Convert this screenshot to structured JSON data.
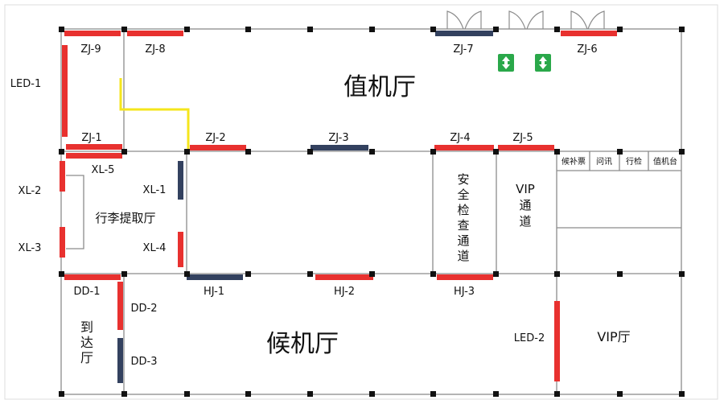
{
  "halls": {
    "departure_hall": "值机厅",
    "waiting_hall": "候机厅",
    "baggage_claim": "行李提取厅",
    "arrival_hall": "到达厅",
    "security_channel": "安全检查通道",
    "vip_channel": "VIP通道",
    "vip_hall": "VIP厅"
  },
  "counters": [
    "候补票",
    "问讯",
    "行检",
    "值机台"
  ],
  "gates": {
    "zj1": "ZJ-1",
    "zj2": "ZJ-2",
    "zj3": "ZJ-3",
    "zj4": "ZJ-4",
    "zj5": "ZJ-5",
    "zj6": "ZJ-6",
    "zj7": "ZJ-7",
    "zj8": "ZJ-8",
    "zj9": "ZJ-9",
    "led1": "LED-1",
    "led2": "LED-2",
    "xl1": "XL-1",
    "xl2": "XL-2",
    "xl3": "XL-3",
    "xl4": "XL-4",
    "xl5": "XL-5",
    "hj1": "HJ-1",
    "hj2": "HJ-2",
    "hj3": "HJ-3",
    "dd1": "DD-1",
    "dd2": "DD-2",
    "dd3": "DD-3"
  },
  "colors": {
    "red": "#e8312f",
    "navy": "#33415f",
    "yellow": "#f5e61c",
    "green": "#2aa84a",
    "wall": "#8c8c8c"
  }
}
